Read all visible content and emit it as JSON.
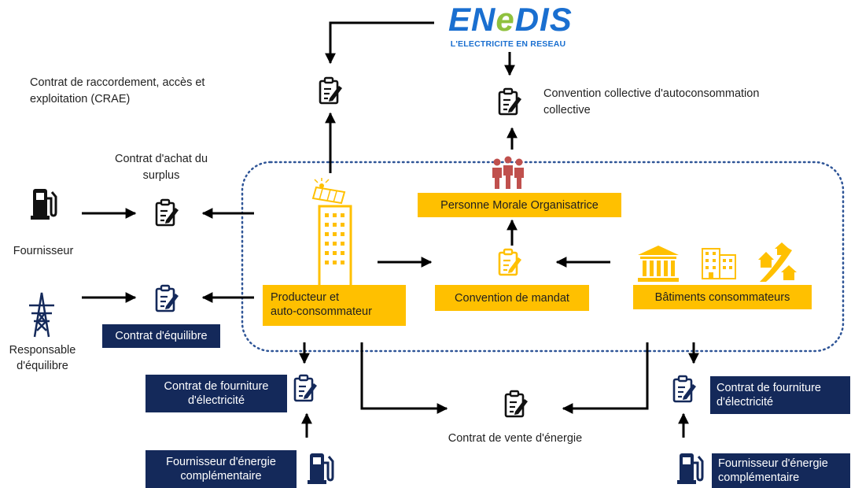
{
  "logo": {
    "name": "ENEDIS",
    "tagline": "L'ELECTRICITE EN RESEAU",
    "colors": {
      "blue": "#1a6fd0",
      "green": "#8fc13e"
    }
  },
  "contracts": {
    "crae_line1": "Contrat de raccordement, accès et",
    "crae_line2": "exploitation (CRAE)",
    "collective_line1": "Convention collective d'autoconsommation",
    "collective_line2": "collective",
    "surplus_line1": "Contrat d'achat du",
    "surplus_line2": "surplus",
    "equilibrium": "Contrat d'équilibre",
    "mandate": "Convention de mandat",
    "supply_left_line1": "Contrat de fourniture",
    "supply_left_line2": "d'électricité",
    "supply_right_line1": "Contrat de fourniture",
    "supply_right_line2": "d'électricité",
    "energy_sale": "Contrat de vente d'énergie"
  },
  "actors": {
    "supplier": "Fournisseur",
    "balance_line1": "Responsable",
    "balance_line2": "d'équilibre",
    "producer_line1": "Producteur et",
    "producer_line2": "auto-consommateur",
    "pmo": "Personne Morale Organisatrice",
    "buildings": "Bâtiments consommateurs",
    "comp_left_line1": "Fournisseur d'énergie",
    "comp_left_line2": "complémentaire",
    "comp_right_line1": "Fournisseur d'énergie",
    "comp_right_line2": "complémentaire"
  },
  "icons": [
    "fuel-pump-icon",
    "pylon-icon",
    "contract-icon",
    "solar-building-icon",
    "people-group-icon",
    "institution-icon",
    "office-buildings-icon",
    "houses-icon"
  ],
  "colors": {
    "yellow": "#ffc000",
    "navy": "#14295a",
    "dots": "#2f5597",
    "people": "#c0504d",
    "arrow": "#000000"
  }
}
